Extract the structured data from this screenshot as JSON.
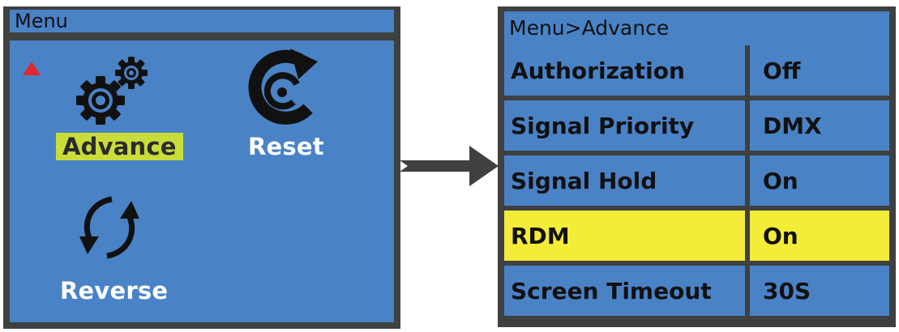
{
  "left_menu": {
    "title": "Menu",
    "up_indicator_color": "#e3262b",
    "items": [
      {
        "label": "Advance",
        "icon": "gears-icon",
        "selected": true
      },
      {
        "label": "Reset",
        "icon": "reset-icon",
        "selected": false
      },
      {
        "label": "Reverse",
        "icon": "reverse-icon",
        "selected": false
      }
    ]
  },
  "transition_icon": "arrow-right-icon",
  "advance_menu": {
    "title": "Menu>Advance",
    "rows": [
      {
        "label": "Authorization",
        "value": "Off",
        "highlighted": false
      },
      {
        "label": "Signal Priority",
        "value": "DMX",
        "highlighted": false
      },
      {
        "label": "Signal Hold",
        "value": "On",
        "highlighted": false
      },
      {
        "label": "RDM",
        "value": "On",
        "highlighted": true
      },
      {
        "label": "Screen Timeout",
        "value": "30S",
        "highlighted": false
      }
    ]
  },
  "colors": {
    "panel_blue": "#4a82c6",
    "frame_gray": "#3f4040",
    "selection_green": "#c9dc3a",
    "highlight_yellow": "#f3ec38"
  }
}
